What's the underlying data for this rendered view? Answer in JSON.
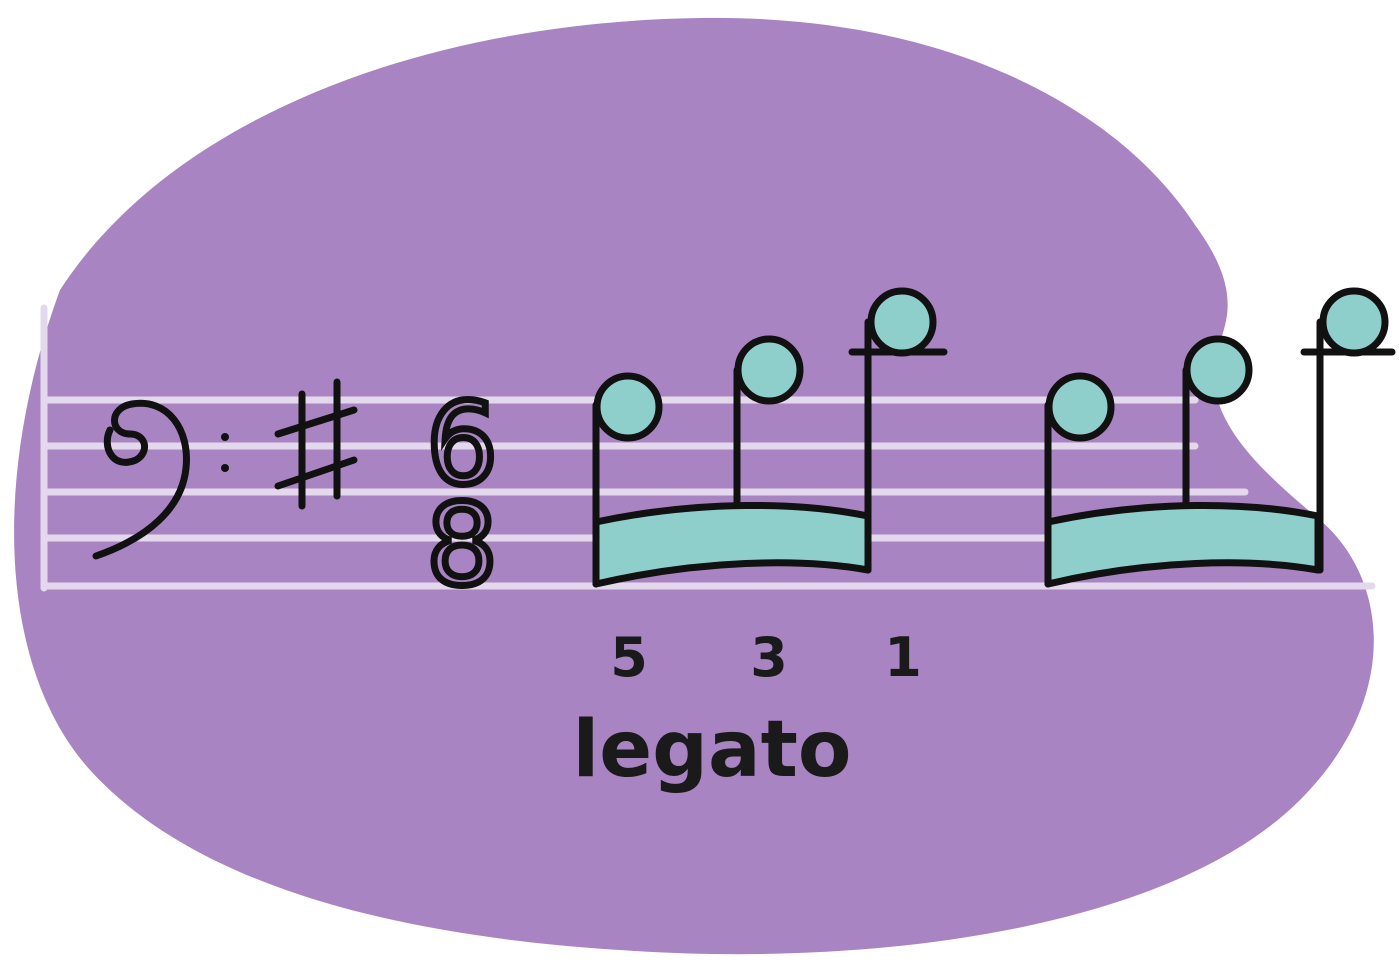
{
  "colors": {
    "blob": "#a984c2",
    "staff_line": "#e4d9ec",
    "note_fill": "#8ecfcb",
    "ink": "#111111"
  },
  "clef": "bass-clef",
  "key_signature": "sharp",
  "time_signature": {
    "top": "6",
    "bottom": "8"
  },
  "fingering": [
    "5",
    "3",
    "1"
  ],
  "articulation": "legato"
}
